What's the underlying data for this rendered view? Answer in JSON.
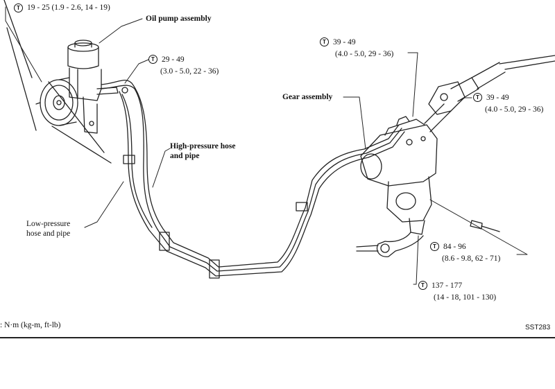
{
  "diagram": {
    "oil_pump_label": "Oil pump assembly",
    "gear_assembly_label": "Gear assembly",
    "high_pressure_label": [
      "High-pressure hose",
      "and pipe"
    ],
    "low_pressure_label": [
      "Low-pressure",
      "hose and pipe"
    ],
    "torque_symbol": "T",
    "torques": [
      {
        "line1": "19 - 25 (1.9 - 2.6, 14 - 19)"
      },
      {
        "line1": "29 - 49",
        "line2": "(3.0 - 5.0, 22 - 36)"
      },
      {
        "line1": "39 - 49",
        "line2": "(4.0 - 5.0, 29 - 36)"
      },
      {
        "line1": "39 - 49",
        "line2": "(4.0 - 5.0, 29 - 36)"
      },
      {
        "line1": "84 - 96",
        "line2": "(8.6 - 9.8, 62 - 71)"
      },
      {
        "line1": "137 - 177",
        "line2": "(14 - 18, 101 - 130)"
      }
    ],
    "unit_note": ":  N·m (kg-m, ft-lb)",
    "figure_code": "SST283"
  }
}
